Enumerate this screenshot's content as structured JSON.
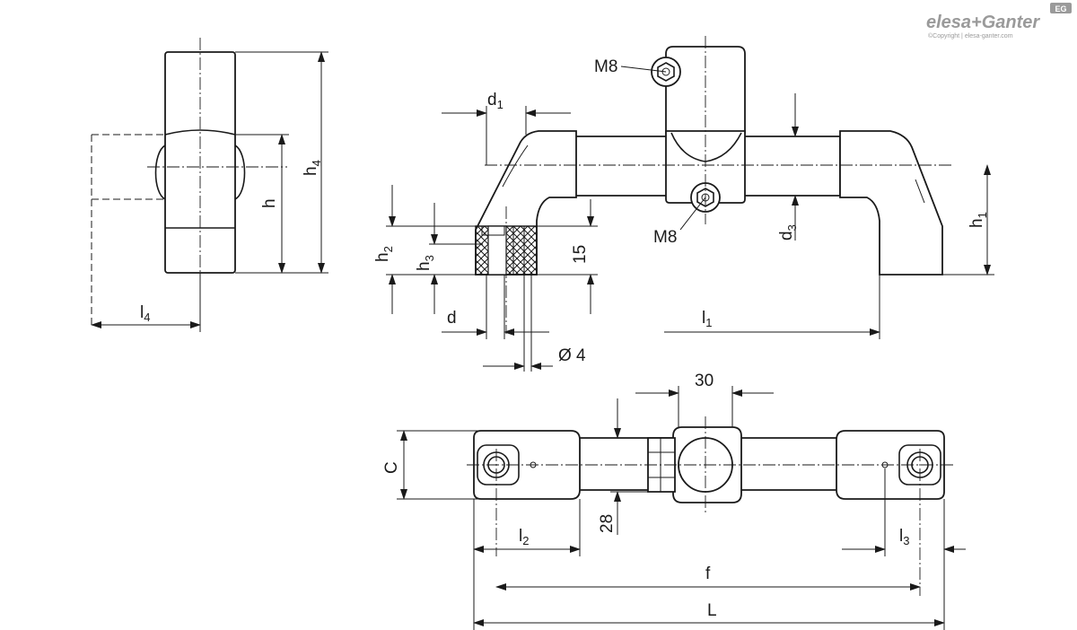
{
  "brand": {
    "logo_text": "elesa+Ganter",
    "badge": "EG",
    "copyright": "©Copyright | elesa-ganter.com"
  },
  "labels": {
    "m8_top": "M8",
    "m8_bottom": "M8",
    "d1": "d",
    "d1_sub": "1",
    "h2": "h",
    "h2_sub": "2",
    "h3": "h",
    "h3_sub": "3",
    "fifteen": "15",
    "d": "d",
    "phi4": "Ø 4",
    "l1": "l",
    "l1_sub": "1",
    "h1": "h",
    "h1_sub": "1",
    "d3": "d",
    "d3_sub": "3",
    "h": "h",
    "h4": "h",
    "h4_sub": "4",
    "l4": "l",
    "l4_sub": "4",
    "thirty": "30",
    "c": "C",
    "twentyeight": "28",
    "l2": "l",
    "l2_sub": "2",
    "l3": "l",
    "l3_sub": "3",
    "f": "f",
    "L": "L"
  }
}
